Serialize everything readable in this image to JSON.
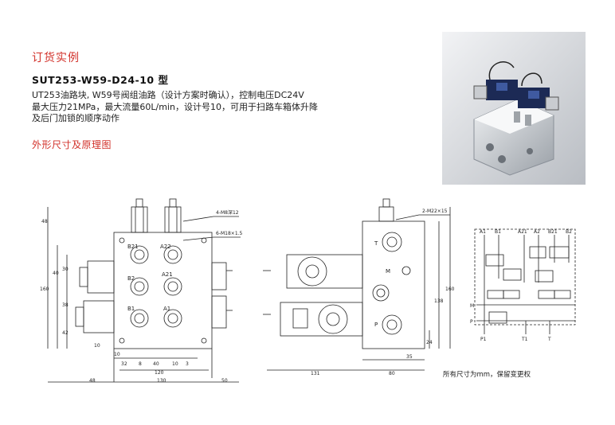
{
  "heading": "订货实例",
  "model_code": "SUT253-W59-D24-10 型",
  "description_lines": [
    "UT253油路块, W59号阀组油路（设计方案时确认），控制电压DC24V",
    "最大压力21MPa，最大流量60L/min，设计号10，可用于扫路车箱体升降",
    "及后门加锁的顺序动作"
  ],
  "section_title": "外形尺寸及原理图",
  "footnote": "所有尺寸为mm，保留变更权",
  "drawing_front": {
    "port_labels": [
      "B21",
      "A22",
      "B2",
      "A21",
      "B1",
      "A1"
    ],
    "callouts": [
      "4-M8深12",
      "6-M18×1.5"
    ],
    "dims_left": [
      "48",
      "160",
      "40",
      "30",
      "38",
      "42",
      "10"
    ],
    "dims_bottom_row1": [
      "10",
      "32",
      "8",
      "40",
      "10",
      "3"
    ],
    "dims_bottom_row2": [
      "120"
    ],
    "dims_bottom_row3": [
      "48",
      "130",
      "50"
    ]
  },
  "drawing_side": {
    "port_labels": [
      "T",
      "M",
      "P"
    ],
    "callouts": [
      "2-M22×15"
    ],
    "dims_right": [
      "138",
      "160",
      "24"
    ],
    "dims_bottom": [
      "35",
      "131",
      "80"
    ]
  },
  "schematic": {
    "top_ports": [
      "A1",
      "B1",
      "A21",
      "A2",
      "B21",
      "B2"
    ],
    "side_ports": [
      "M",
      "P"
    ],
    "bottom_ports": [
      "P1",
      "T1",
      "T"
    ]
  }
}
